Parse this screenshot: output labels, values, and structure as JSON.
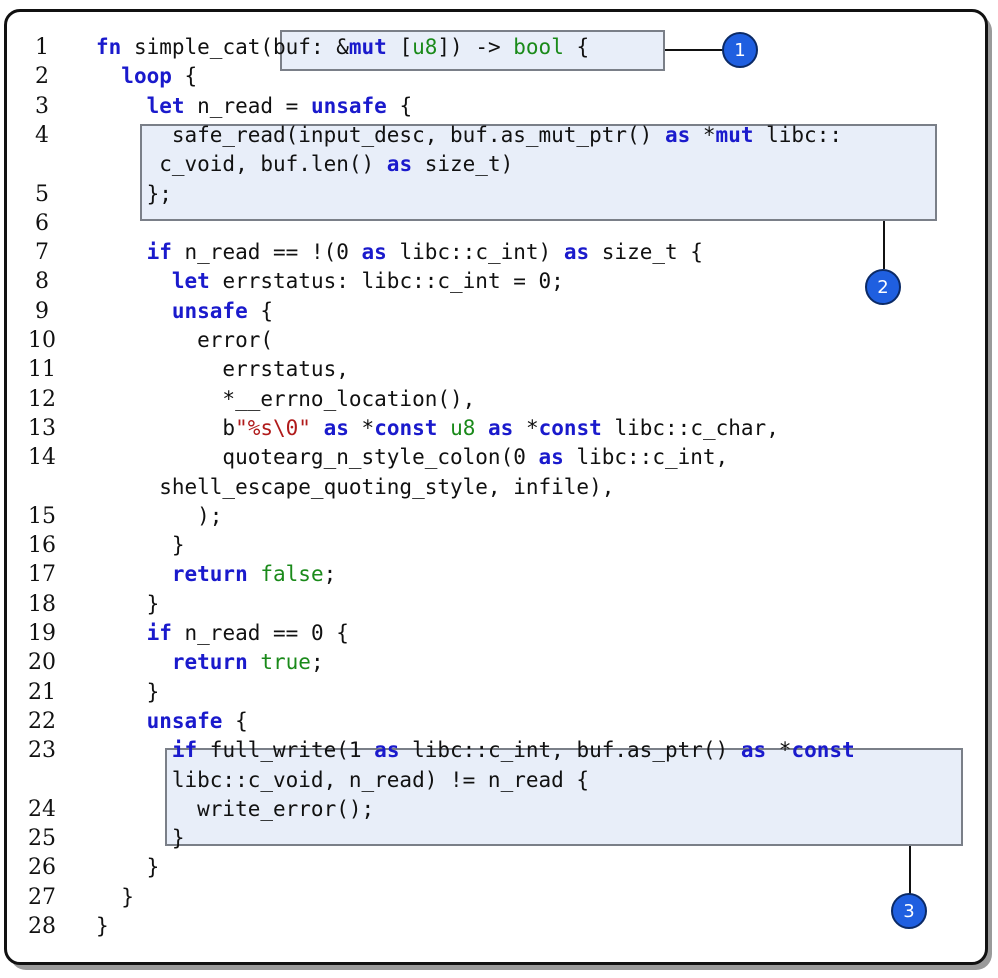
{
  "callouts": [
    "1",
    "2",
    "3"
  ],
  "colors": {
    "keyword": "#1a1acc",
    "literal": "#1a8a1a",
    "string": "#b01a1a",
    "highlight": "#e8eef9",
    "badge": "#1f5fe0"
  },
  "lines": [
    {
      "n": "1",
      "parts": [
        {
          "t": "fn",
          "c": "kw"
        },
        {
          "t": " simple_cat(buf: &"
        },
        {
          "t": "mut",
          "c": "kw"
        },
        {
          "t": " ["
        },
        {
          "t": "u8",
          "c": "lit"
        },
        {
          "t": "]) -> "
        },
        {
          "t": "bool",
          "c": "lit"
        },
        {
          "t": " {"
        }
      ]
    },
    {
      "n": "2",
      "parts": [
        {
          "t": "  "
        },
        {
          "t": "loop",
          "c": "kw"
        },
        {
          "t": " {"
        }
      ]
    },
    {
      "n": "3",
      "parts": [
        {
          "t": "    "
        },
        {
          "t": "let",
          "c": "kw"
        },
        {
          "t": " n_read = "
        },
        {
          "t": "unsafe",
          "c": "kw"
        },
        {
          "t": " {"
        }
      ]
    },
    {
      "n": "4",
      "parts": [
        {
          "t": "      safe_read(input_desc, buf.as_mut_ptr() "
        },
        {
          "t": "as",
          "c": "kw"
        },
        {
          "t": " *"
        },
        {
          "t": "mut",
          "c": "kw"
        },
        {
          "t": " libc::"
        }
      ]
    },
    {
      "n": "",
      "parts": [
        {
          "t": "     c_void, buf.len() "
        },
        {
          "t": "as",
          "c": "kw"
        },
        {
          "t": " size_t)"
        }
      ]
    },
    {
      "n": "5",
      "parts": [
        {
          "t": "    };"
        }
      ]
    },
    {
      "n": "6",
      "parts": [
        {
          "t": ""
        }
      ]
    },
    {
      "n": "7",
      "parts": [
        {
          "t": "    "
        },
        {
          "t": "if",
          "c": "kw"
        },
        {
          "t": " n_read == !(0 "
        },
        {
          "t": "as",
          "c": "kw"
        },
        {
          "t": " libc::c_int) "
        },
        {
          "t": "as",
          "c": "kw"
        },
        {
          "t": " size_t {"
        }
      ]
    },
    {
      "n": "8",
      "parts": [
        {
          "t": "      "
        },
        {
          "t": "let",
          "c": "kw"
        },
        {
          "t": " errstatus: libc::c_int = 0;"
        }
      ]
    },
    {
      "n": "9",
      "parts": [
        {
          "t": "      "
        },
        {
          "t": "unsafe",
          "c": "kw"
        },
        {
          "t": " {"
        }
      ]
    },
    {
      "n": "10",
      "parts": [
        {
          "t": "        error("
        }
      ]
    },
    {
      "n": "11",
      "parts": [
        {
          "t": "          errstatus,"
        }
      ]
    },
    {
      "n": "12",
      "parts": [
        {
          "t": "          *__errno_location(),"
        }
      ]
    },
    {
      "n": "13",
      "parts": [
        {
          "t": "          b"
        },
        {
          "t": "\"%s\\0\"",
          "c": "str"
        },
        {
          "t": " "
        },
        {
          "t": "as",
          "c": "kw"
        },
        {
          "t": " *"
        },
        {
          "t": "const",
          "c": "kw"
        },
        {
          "t": " "
        },
        {
          "t": "u8",
          "c": "lit"
        },
        {
          "t": " "
        },
        {
          "t": "as",
          "c": "kw"
        },
        {
          "t": " *"
        },
        {
          "t": "const",
          "c": "kw"
        },
        {
          "t": " libc::c_char,"
        }
      ]
    },
    {
      "n": "14",
      "parts": [
        {
          "t": "          quotearg_n_style_colon(0 "
        },
        {
          "t": "as",
          "c": "kw"
        },
        {
          "t": " libc::c_int,"
        }
      ]
    },
    {
      "n": "",
      "parts": [
        {
          "t": "     shell_escape_quoting_style, infile),"
        }
      ]
    },
    {
      "n": "15",
      "parts": [
        {
          "t": "        );"
        }
      ]
    },
    {
      "n": "16",
      "parts": [
        {
          "t": "      }"
        }
      ]
    },
    {
      "n": "17",
      "parts": [
        {
          "t": "      "
        },
        {
          "t": "return",
          "c": "kw"
        },
        {
          "t": " "
        },
        {
          "t": "false",
          "c": "lit"
        },
        {
          "t": ";"
        }
      ]
    },
    {
      "n": "18",
      "parts": [
        {
          "t": "    }"
        }
      ]
    },
    {
      "n": "19",
      "parts": [
        {
          "t": "    "
        },
        {
          "t": "if",
          "c": "kw"
        },
        {
          "t": " n_read == 0 {"
        }
      ]
    },
    {
      "n": "20",
      "parts": [
        {
          "t": "      "
        },
        {
          "t": "return",
          "c": "kw"
        },
        {
          "t": " "
        },
        {
          "t": "true",
          "c": "lit"
        },
        {
          "t": ";"
        }
      ]
    },
    {
      "n": "21",
      "parts": [
        {
          "t": "    }"
        }
      ]
    },
    {
      "n": "22",
      "parts": [
        {
          "t": "    "
        },
        {
          "t": "unsafe",
          "c": "kw"
        },
        {
          "t": " {"
        }
      ]
    },
    {
      "n": "23",
      "parts": [
        {
          "t": "      "
        },
        {
          "t": "if",
          "c": "kw"
        },
        {
          "t": " full_write(1 "
        },
        {
          "t": "as",
          "c": "kw"
        },
        {
          "t": " libc::c_int, buf.as_ptr() "
        },
        {
          "t": "as",
          "c": "kw"
        },
        {
          "t": " *"
        },
        {
          "t": "const",
          "c": "kw"
        }
      ]
    },
    {
      "n": "",
      "parts": [
        {
          "t": "      libc::c_void, n_read) != n_read {"
        }
      ]
    },
    {
      "n": "24",
      "parts": [
        {
          "t": "        write_error();"
        }
      ]
    },
    {
      "n": "25",
      "parts": [
        {
          "t": "      }"
        }
      ]
    },
    {
      "n": "26",
      "parts": [
        {
          "t": "    }"
        }
      ]
    },
    {
      "n": "27",
      "parts": [
        {
          "t": "  }"
        }
      ]
    },
    {
      "n": "28",
      "parts": [
        {
          "t": "}"
        }
      ]
    }
  ]
}
